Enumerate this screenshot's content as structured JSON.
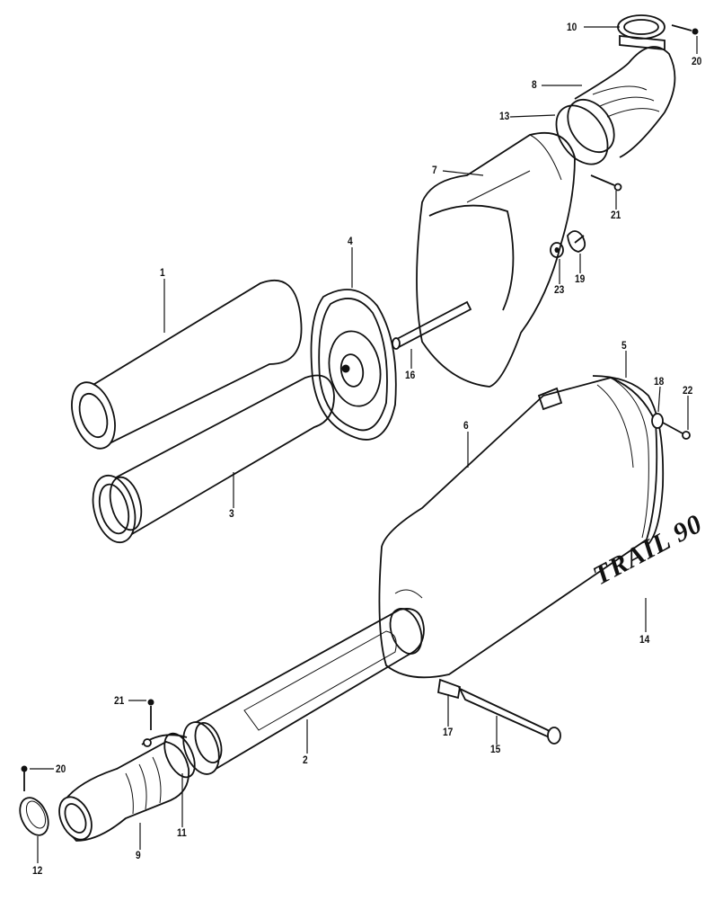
{
  "diagram": {
    "model_mark": "TRAIL 90",
    "callouts": [
      "1",
      "2",
      "3",
      "4",
      "5",
      "6",
      "7",
      "8",
      "9",
      "10",
      "11",
      "12",
      "13",
      "14",
      "15",
      "16",
      "17",
      "18",
      "19",
      "20",
      "20",
      "21",
      "21",
      "22",
      "23"
    ]
  }
}
